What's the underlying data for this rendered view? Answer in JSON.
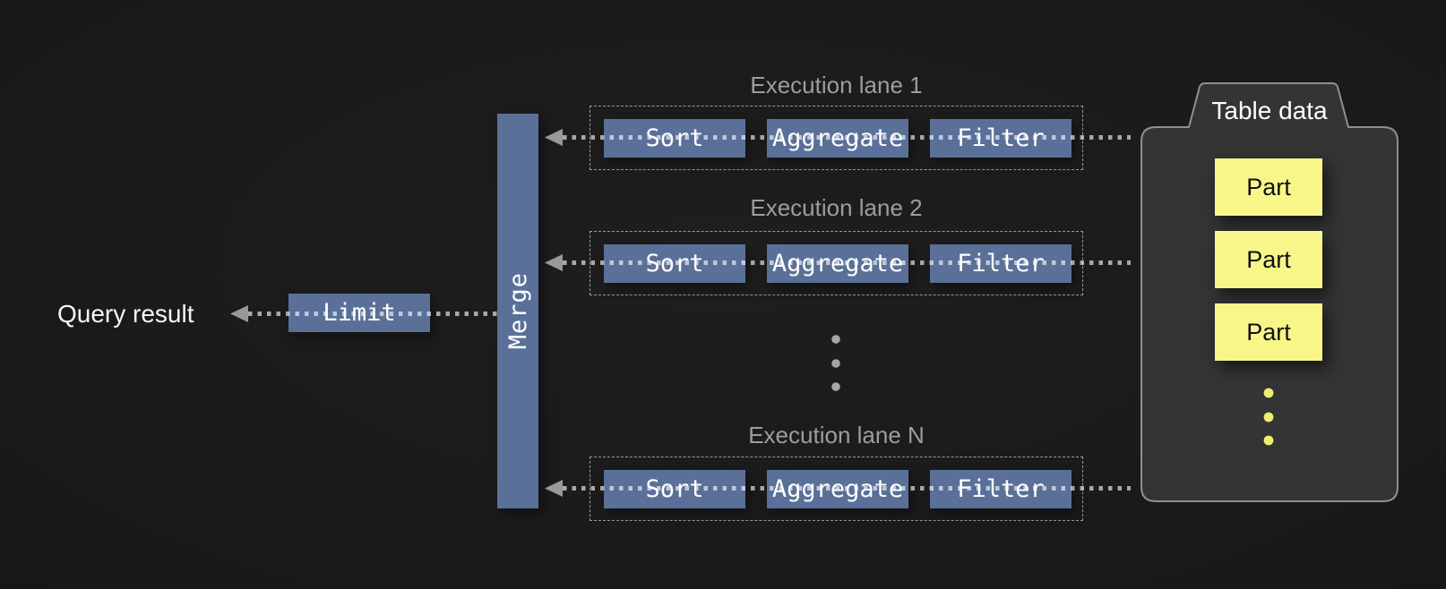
{
  "query_result_label": "Query result",
  "operators": {
    "limit": "Limit",
    "merge": "Merge"
  },
  "lanes": [
    {
      "label": "Execution lane 1",
      "operators": [
        "Sort",
        "Aggregate",
        "Filter"
      ]
    },
    {
      "label": "Execution lane 2",
      "operators": [
        "Sort",
        "Aggregate",
        "Filter"
      ]
    },
    {
      "label": "Execution lane N",
      "operators": [
        "Sort",
        "Aggregate",
        "Filter"
      ]
    }
  ],
  "table_data": {
    "title": "Table data",
    "parts": [
      "Part",
      "Part",
      "Part"
    ]
  },
  "colors": {
    "background": "#1b1b1b",
    "operator_blue": "#5a7099",
    "part_yellow": "#f8f689",
    "lane_label_gray": "#9d9d9d",
    "lane_border_gray": "#9a9a9a",
    "container_fill": "#343434",
    "container_border": "#8f8f8f",
    "flow_line": "rgba(255,255,255,0.62)",
    "arrow_gray": "#999999",
    "ellipsis_gray": "#a6a6a6",
    "ellipsis_yellow": "#f0ee71",
    "text_white": "#ffffff"
  }
}
